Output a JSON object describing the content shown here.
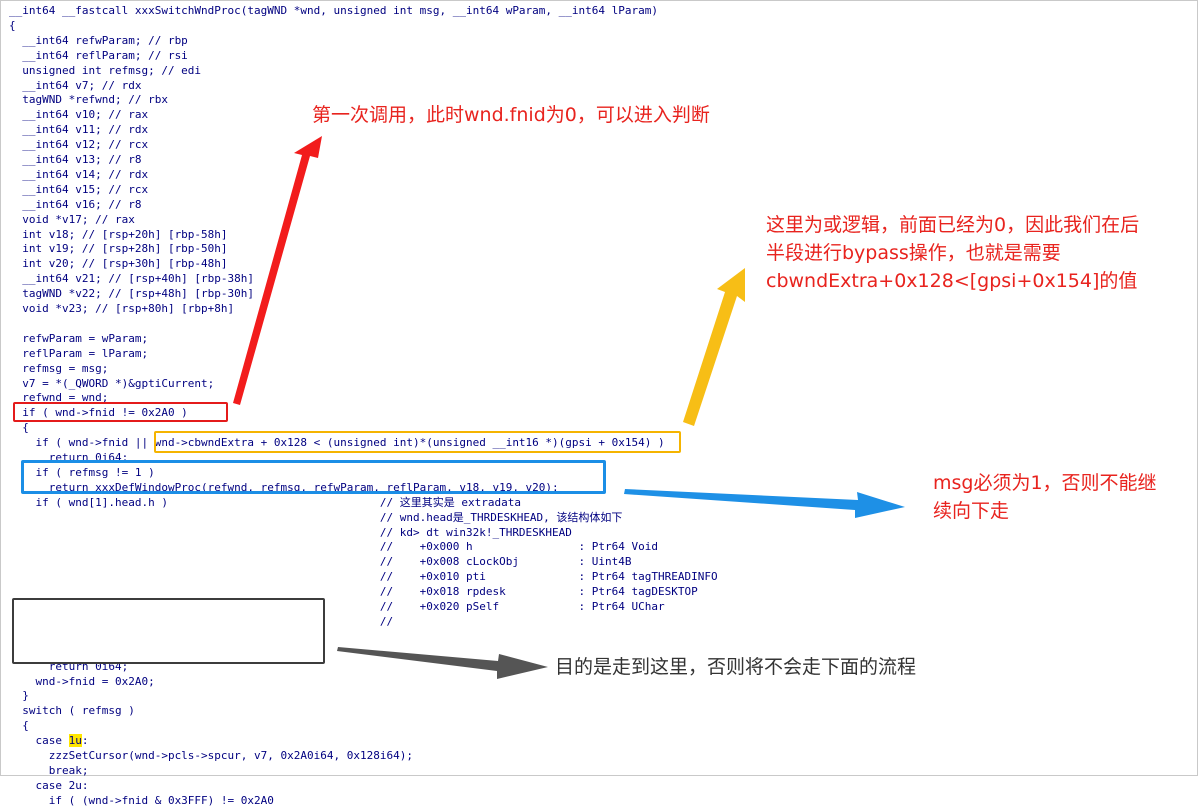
{
  "code": {
    "lines": [
      "__int64 __fastcall xxxSwitchWndProc(tagWND *wnd, unsigned int msg, __int64 wParam, __int64 lParam)",
      "{",
      "  __int64 refwParam; // rbp",
      "  __int64 reflParam; // rsi",
      "  unsigned int refmsg; // edi",
      "  __int64 v7; // rdx",
      "  tagWND *refwnd; // rbx",
      "  __int64 v10; // rax",
      "  __int64 v11; // rdx",
      "  __int64 v12; // rcx",
      "  __int64 v13; // r8",
      "  __int64 v14; // rdx",
      "  __int64 v15; // rcx",
      "  __int64 v16; // r8",
      "  void *v17; // rax",
      "  int v18; // [rsp+20h] [rbp-58h]",
      "  int v19; // [rsp+28h] [rbp-50h]",
      "  int v20; // [rsp+30h] [rbp-48h]",
      "  __int64 v21; // [rsp+40h] [rbp-38h]",
      "  tagWND *v22; // [rsp+48h] [rbp-30h]",
      "  void *v23; // [rsp+80h] [rbp+8h]",
      "",
      "  refwParam = wParam;",
      "  reflParam = lParam;",
      "  refmsg = msg;",
      "  v7 = *(_QWORD *)&gptiCurrent;",
      "  refwnd = wnd;",
      "  if ( wnd->fnid != 0x2A0 )",
      "  {",
      "    if ( wnd->fnid || wnd->cbwndExtra + 0x128 < (unsigned int)*(unsigned __int16 *)(gpsi + 0x154) )",
      "      return 0i64;",
      "    if ( refmsg != 1 )",
      "      return xxxDefWindowProc(refwnd, refmsg, refwParam, reflParam, v18, v19, v20);",
      "    if ( wnd[1].head.h )                                // 这里其实是 extradata",
      "                                                        // wnd.head是_THRDESKHEAD, 该结构体如下",
      "                                                        // kd> dt win32k!_THRDESKHEAD",
      "                                                        //    +0x000 h                : Ptr64 Void",
      "                                                        //    +0x008 cLockObj         : Uint4B",
      "                                                        //    +0x010 pti              : Ptr64 tagTHREADINFO",
      "                                                        //    +0x018 rpdesk           : Ptr64 tagDESKTOP",
      "                                                        //    +0x020 pSelf            : Ptr64 UChar",
      "                                                        //",
      "",
      "",
      "      return 0i64;",
      "    wnd->fnid = 0x2A0;",
      "  }",
      "  switch ( refmsg )",
      "  {",
      "    case 1u:",
      "      zzzSetCursor(wnd->pcls->spcur, v7, 0x2A0i64, 0x128i64);",
      "      break;",
      "    case 2u:",
      "      if ( (wnd->fnid & 0x3FFF) != 0x2A0"
    ]
  },
  "annotations": {
    "first_call": "第一次调用，此时wnd.fnid为0，可以进入判断",
    "or_logic_1": "这里为或逻辑，前面已经为0，因此我们在后",
    "or_logic_2": "半段进行bypass操作，也就是需要",
    "or_logic_3": "cbwndExtra+0x128<[gpsi+0x154]的值",
    "msg_1": "msg必须为1，否则不能继",
    "msg_2": "续向下走",
    "goal": "目的是走到这里，否则将不会走下面的流程"
  },
  "colors": {
    "red_annotation": "#e8231e",
    "yellow_box": "#f5b400",
    "blue_box": "#1b8ee6",
    "dark_box": "#3c3c3c",
    "highlight": "#ffe600"
  }
}
